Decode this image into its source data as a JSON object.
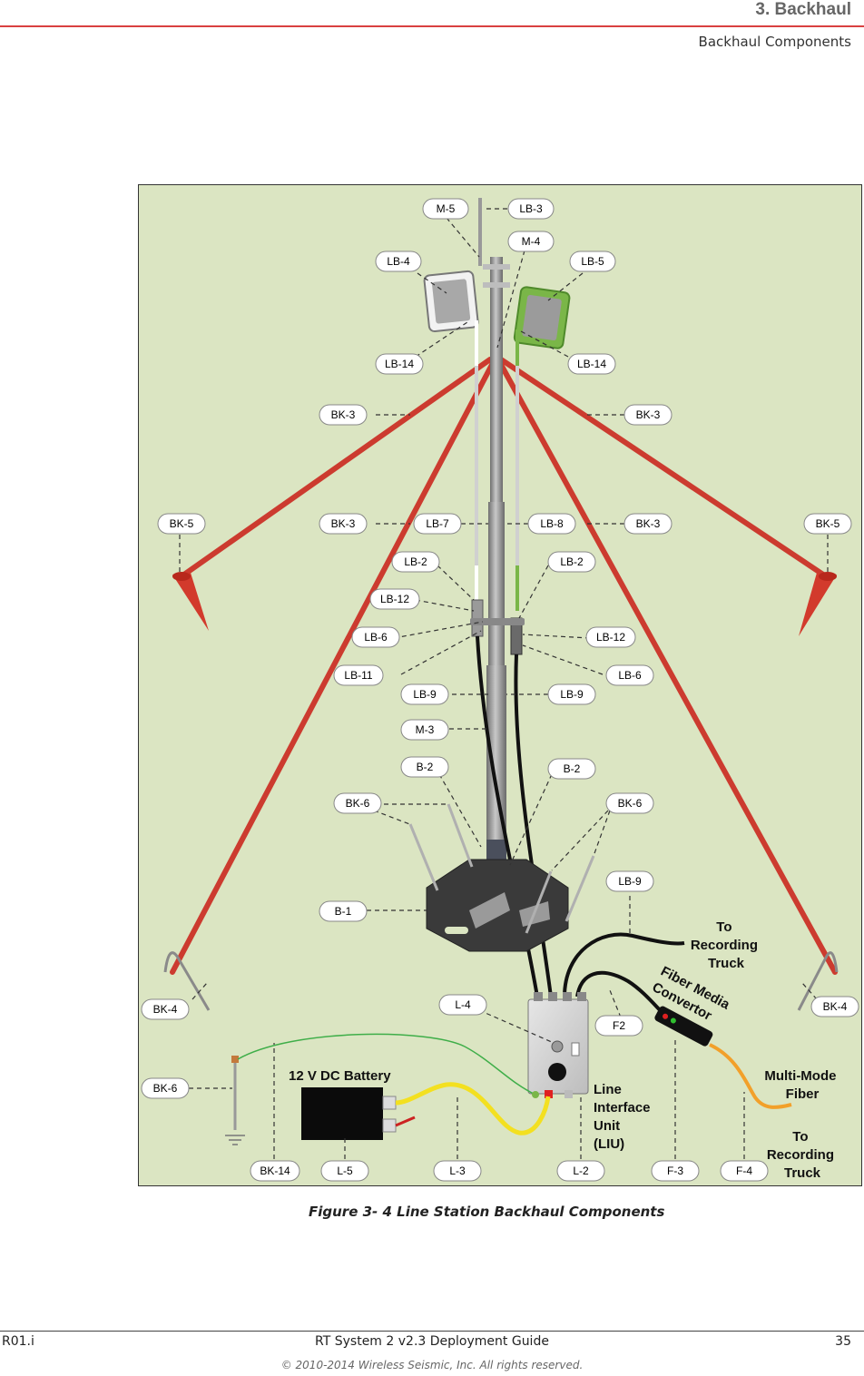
{
  "header": {
    "chapter": "3. Backhaul",
    "section": "Backhaul Components"
  },
  "figure": {
    "labels": {
      "m5": "M-5",
      "lb3": "LB-3",
      "m4": "M-4",
      "lb4": "LB-4",
      "lb5": "LB-5",
      "lb14_l": "LB-14",
      "lb14_r": "LB-14",
      "bk3_ul": "BK-3",
      "bk3_ur": "BK-3",
      "bk5_l": "BK-5",
      "bk3_ml": "BK-3",
      "lb7": "LB-7",
      "lb8": "LB-8",
      "bk3_mr": "BK-3",
      "bk5_r": "BK-5",
      "lb2_l": "LB-2",
      "lb2_r": "LB-2",
      "lb12_l": "LB-12",
      "lb6_l": "LB-6",
      "lb12_r": "LB-12",
      "lb11": "LB-11",
      "lb6_r": "LB-6",
      "lb9_l": "LB-9",
      "lb9_r": "LB-9",
      "m3": "M-3",
      "b2_l": "B-2",
      "b2_r": "B-2",
      "bk6_l": "BK-6",
      "bk6_r": "BK-6",
      "lb9_b": "LB-9",
      "b1": "B-1",
      "bk4_l": "BK-4",
      "l4": "L-4",
      "f2": "F2",
      "bk4_r": "BK-4",
      "bk6_b": "BK-6",
      "bk14": "BK-14",
      "l5": "L-5",
      "l3": "L-3",
      "l2": "L-2",
      "f3": "F-3",
      "f4": "F-4"
    },
    "text": {
      "to_truck_1": [
        "To",
        "Recording",
        "Truck"
      ],
      "fiber_media": [
        "Fiber Media",
        "Convertor"
      ],
      "battery": "12 V DC Battery",
      "liu": [
        "Line",
        "Interface",
        "Unit",
        "(LIU)"
      ],
      "multimode": [
        "Multi-Mode",
        "Fiber"
      ],
      "to_truck_2": [
        "To",
        "Recording",
        "Truck"
      ]
    },
    "colors": {
      "background": "#dbe5c2",
      "guy_wire": "#cc3b2f",
      "mast": "#8c8c8c",
      "antenna_green": "#7ab648",
      "fiber": "#f2a02a",
      "yellow_cable": "#f3e020",
      "green_wire": "#3fae49",
      "base": "#3a3a3a"
    }
  },
  "caption": "Figure 3- 4  Line Station Backhaul Components",
  "footer": {
    "left": "R01.i",
    "center": "RT System 2 v2.3 Deployment Guide",
    "page": "35",
    "copyright": "© 2010-2014 Wireless Seismic, Inc. All rights reserved."
  }
}
